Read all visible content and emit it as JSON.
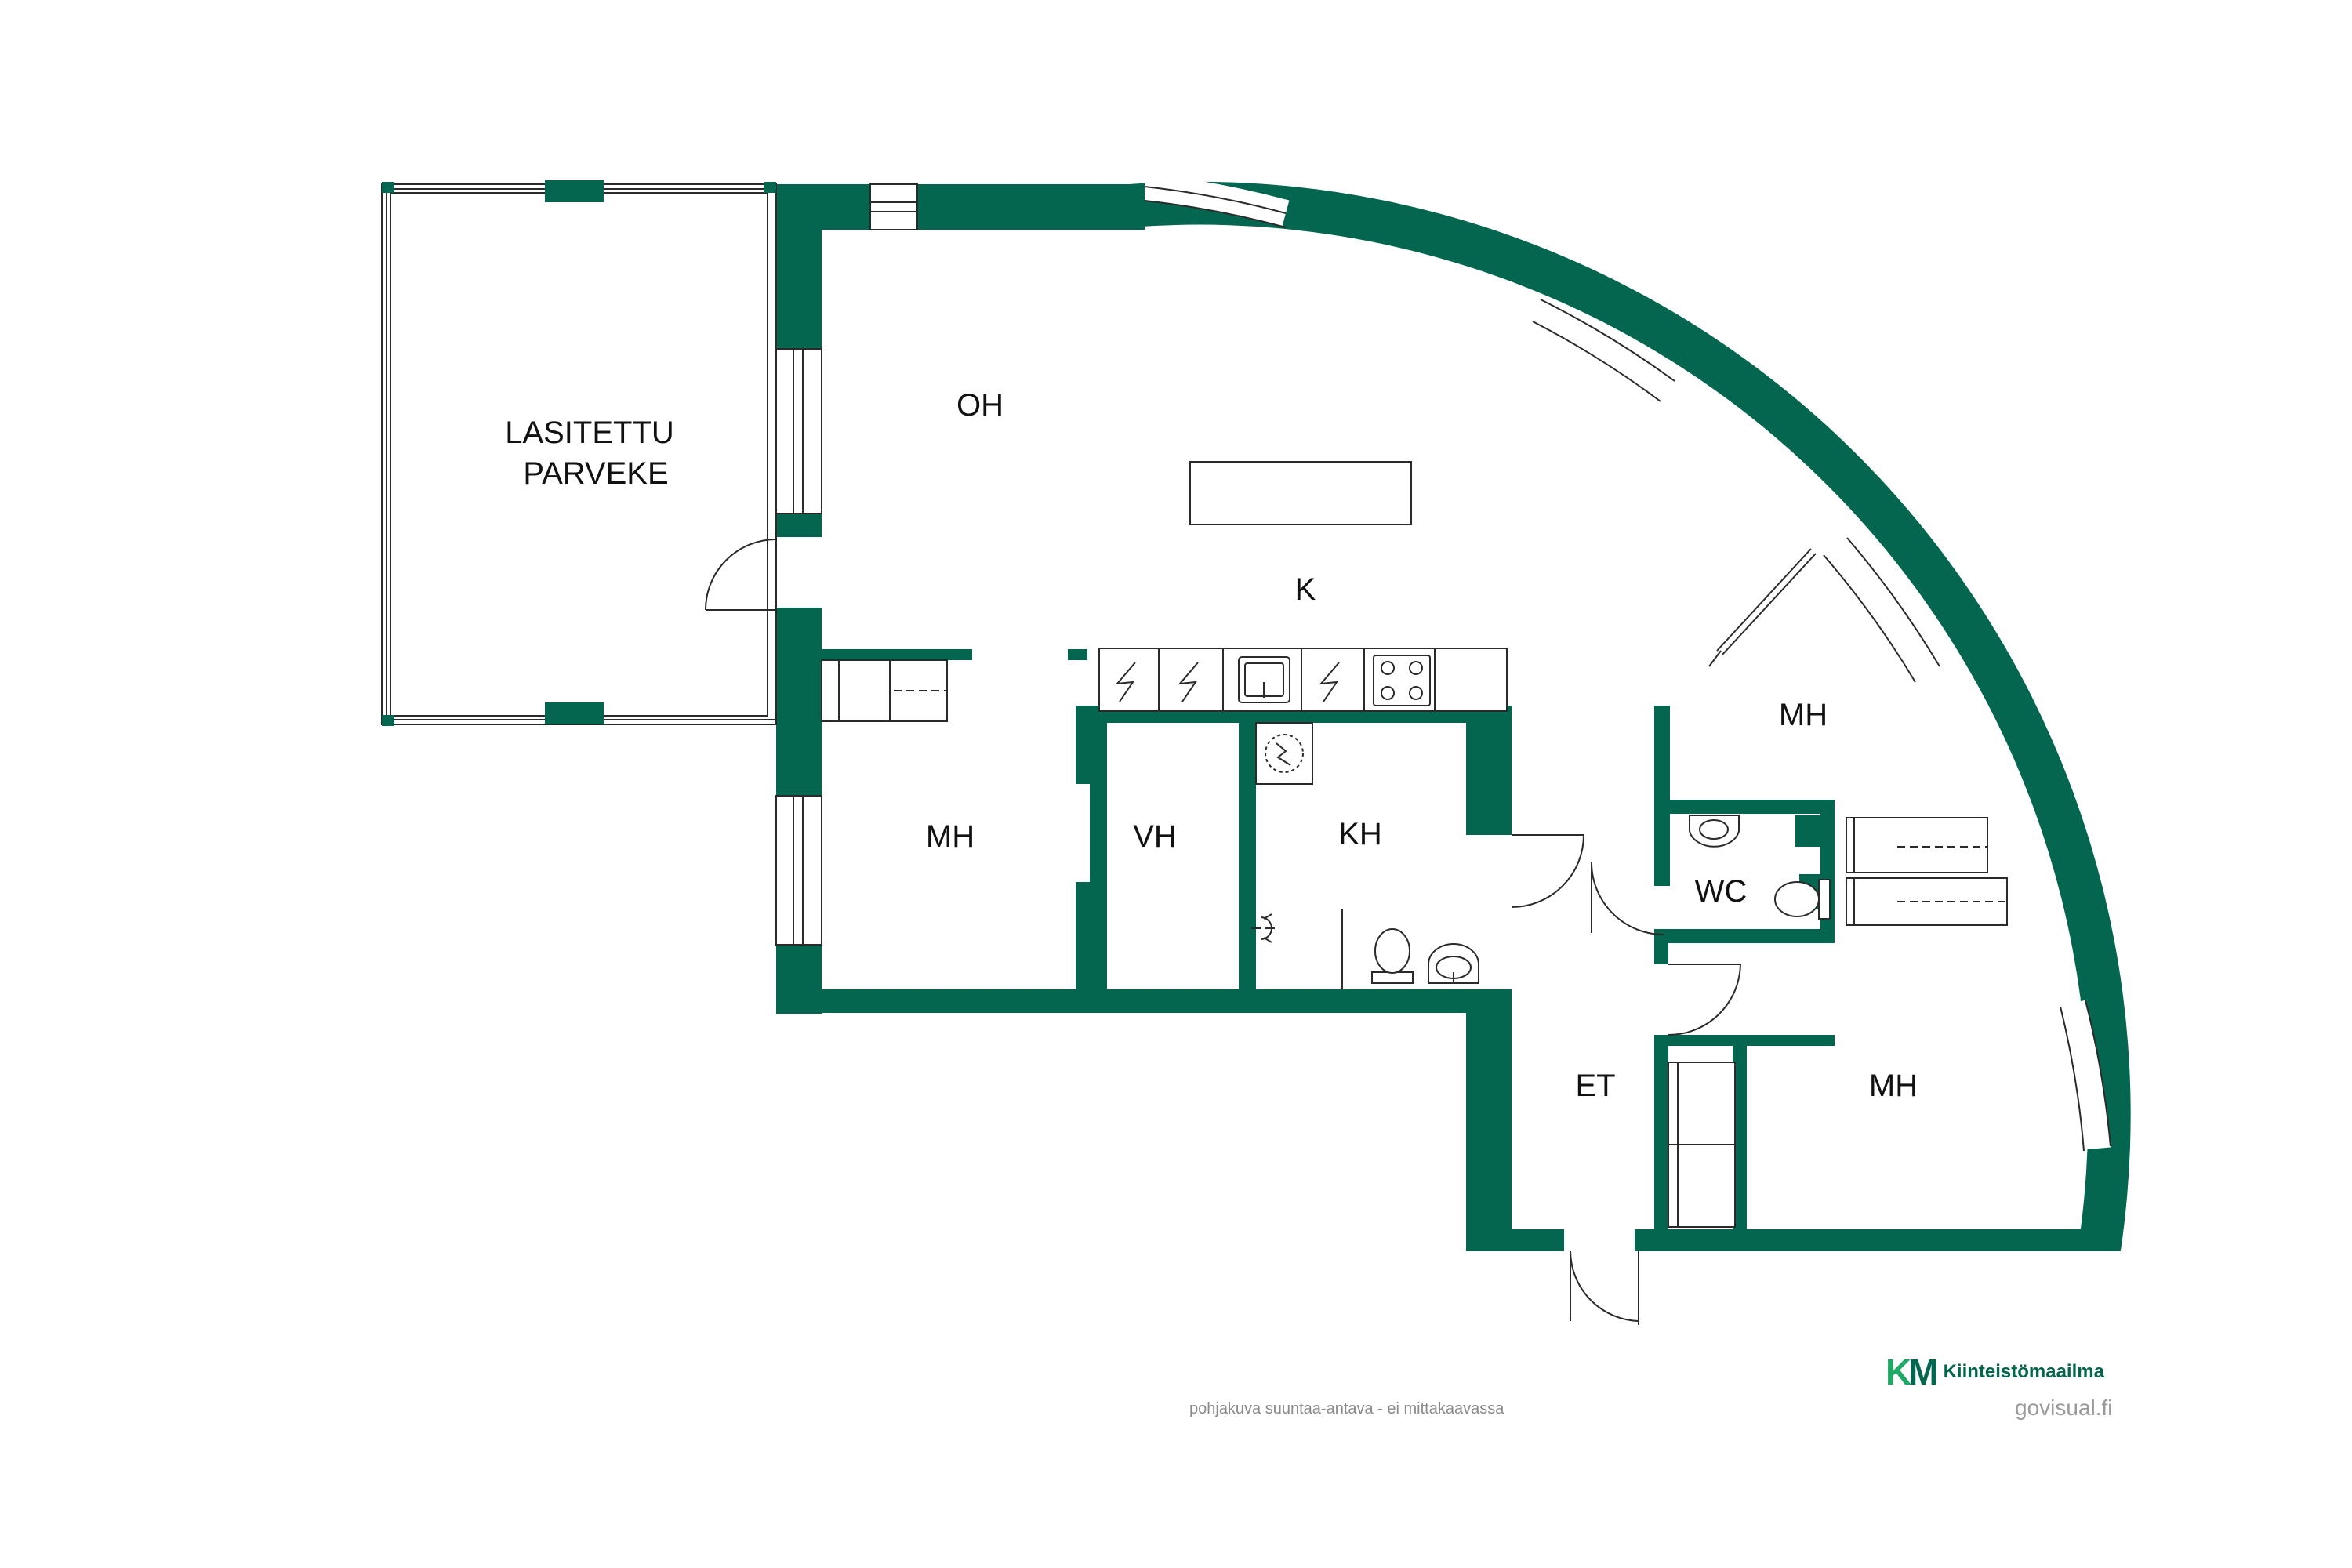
{
  "colors": {
    "wall": "#04664f",
    "line": "#2a2a2a",
    "text": "#111111",
    "brand_light": "#1fa866",
    "brand_dark": "#04664f",
    "muted": "#8a8a8a"
  },
  "rooms": {
    "balcony": "LASITETTU\nPARVEKE",
    "living": "OH",
    "kitchen": "K",
    "bedroom_west": "MH",
    "walk_in_closet": "VH",
    "bathroom": "KH",
    "bedroom_northeast": "MH",
    "toilet": "WC",
    "entrance": "ET",
    "bedroom_southeast": "MH"
  },
  "footer": {
    "note": "pohjakuva suuntaa-antava - ei mittakaavassa"
  },
  "brand": {
    "logo_k": "K",
    "logo_m": "M",
    "name": "Kiinteistömaailma",
    "site": "govisual.fi"
  },
  "icons": [
    "appliance-outlet-icon",
    "sink-icon",
    "stove-icon",
    "shower-icon",
    "toilet-icon",
    "washbasin-icon",
    "door-swing-icon",
    "window-icon"
  ]
}
